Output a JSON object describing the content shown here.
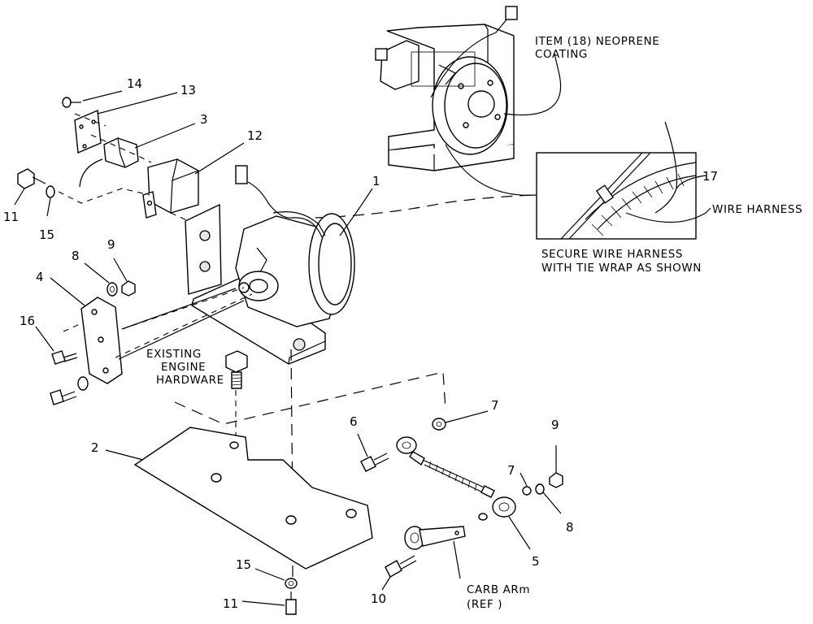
{
  "callouts": {
    "c1": "1",
    "c2": "2",
    "c3": "3",
    "c4": "4",
    "c5": "5",
    "c6": "6",
    "c7a": "7",
    "c7b": "7",
    "c8a": "8",
    "c8b": "8",
    "c9a": "9",
    "c9b": "9",
    "c10": "10",
    "c11a": "11",
    "c11b": "11",
    "c12": "12",
    "c13": "13",
    "c14": "14",
    "c15a": "15",
    "c15b": "15",
    "c16": "16",
    "c17": "17"
  },
  "notes": {
    "item18_line1": "ITEM (18) NEOPRENE",
    "item18_line2": "COATING",
    "wire_harness": "WIRE HARNESS",
    "secure_line1": "SECURE WIRE HARNESS",
    "secure_line2": "WITH TIE WRAP AS SHOWN",
    "existing_line1": "EXISTING",
    "existing_line2": "ENGINE",
    "existing_line3": "HARDWARE",
    "carb_line1": "CARB  ARm",
    "carb_line2": "(REF )"
  }
}
